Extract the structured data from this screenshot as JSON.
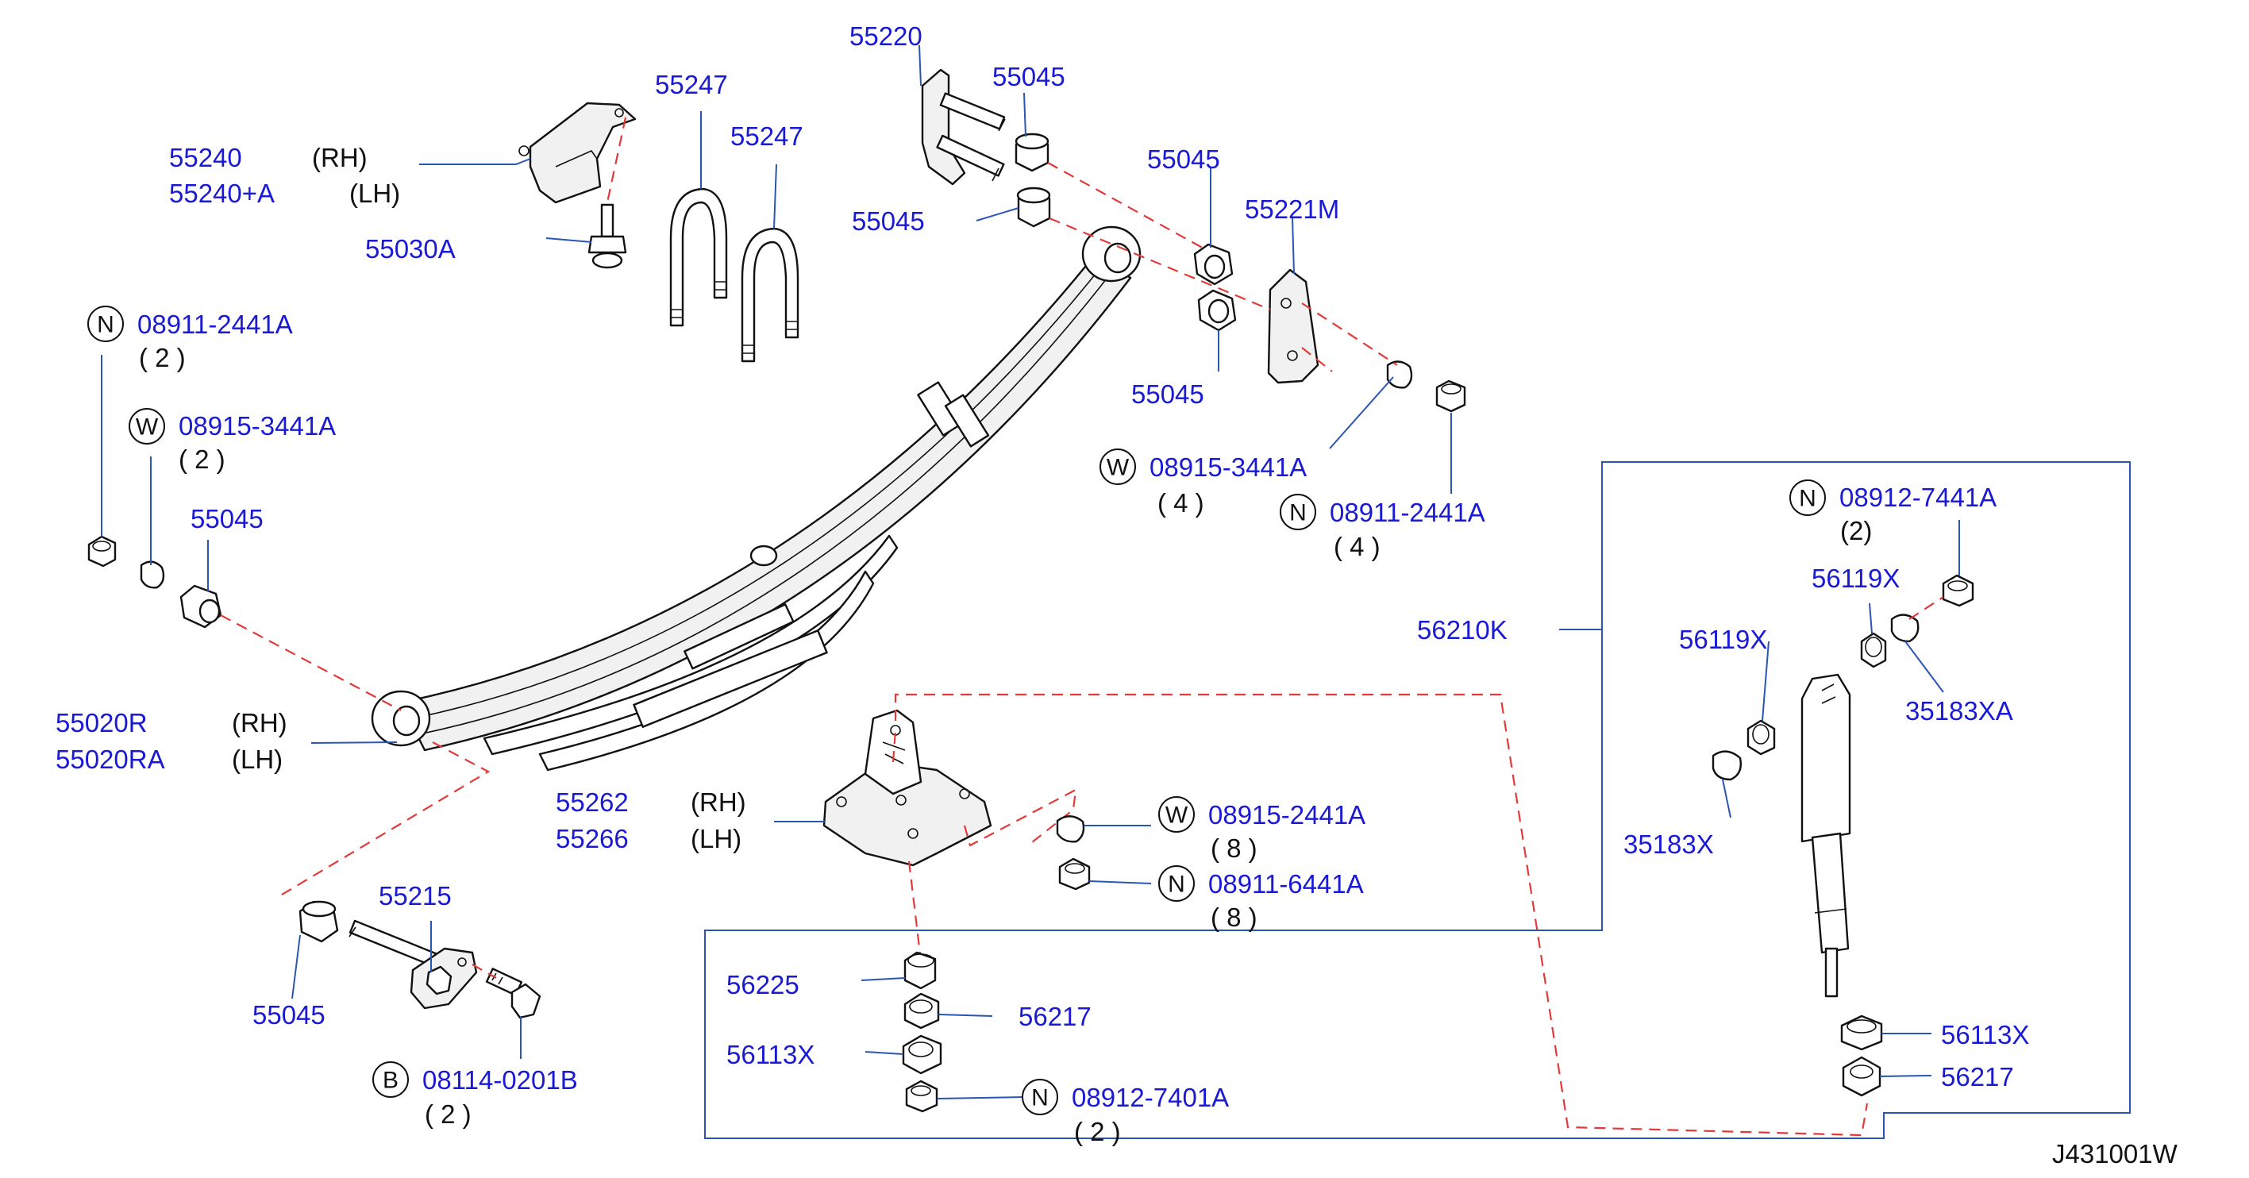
{
  "diagram_code": "J431001W",
  "labels": {
    "p55220": "55220",
    "p55045_a": "55045",
    "p55045_b": "55045",
    "p55045_c": "55045",
    "p55045_d": "55045",
    "p55045_e": "55045",
    "p55045_f": "55045",
    "p55247_a": "55247",
    "p55247_b": "55247",
    "p55240": "55240",
    "p55240a": "55240+A",
    "rh_55240": "(RH)",
    "lh_55240": "(LH)",
    "p55030a": "55030A",
    "p55221m": "55221M",
    "p55020r": "55020R",
    "p55020ra": "55020RA",
    "rh_55020": "(RH)",
    "lh_55020": "(LH)",
    "p55262": "55262",
    "p55266": "55266",
    "rh_55262": "(RH)",
    "lh_55266": "(LH)",
    "p55215": "55215",
    "p56210k": "56210K",
    "p56119x_a": "56119X",
    "p56119x_b": "56119X",
    "p35183xa": "35183XA",
    "p35183x": "35183X",
    "p56225": "56225",
    "p56217_a": "56217",
    "p56217_b": "56217",
    "p56113x_a": "56113X",
    "p56113x_b": "56113X"
  },
  "fasteners": {
    "f1": {
      "prefix": "N",
      "code": "08911-2441A",
      "qty": "( 2 )"
    },
    "f2": {
      "prefix": "W",
      "code": "08915-3441A",
      "qty": "( 2 )"
    },
    "f3": {
      "prefix": "W",
      "code": "08915-3441A",
      "qty": "( 4 )"
    },
    "f4": {
      "prefix": "N",
      "code": "08911-2441A",
      "qty": "( 4 )"
    },
    "f5": {
      "prefix": "N",
      "code": "08912-7441A",
      "qty": "(2)"
    },
    "f6": {
      "prefix": "W",
      "code": "08915-2441A",
      "qty": "( 8 )"
    },
    "f7": {
      "prefix": "N",
      "code": "08911-6441A",
      "qty": "( 8 )"
    },
    "f8": {
      "prefix": "B",
      "code": "08114-0201B",
      "qty": "( 2 )"
    },
    "f9": {
      "prefix": "N",
      "code": "08912-7401A",
      "qty": "( 2 )"
    }
  }
}
